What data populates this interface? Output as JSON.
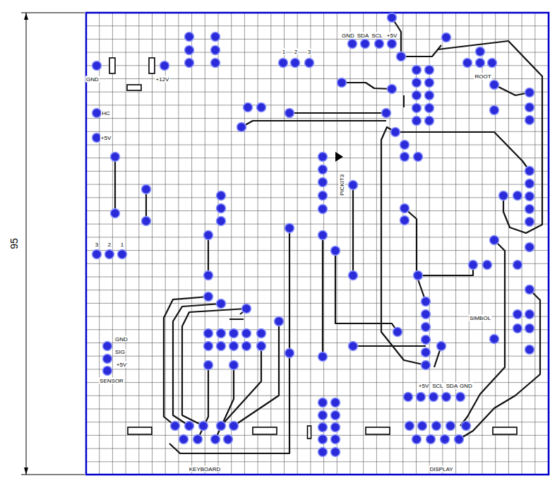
{
  "diagram": {
    "labels": [
      "95",
      "GND",
      "+12V",
      "HC",
      "+5V",
      "3",
      "2",
      "1",
      "1",
      "2",
      "3",
      "GND",
      "SDA",
      "SCL",
      "+5V",
      "ROOT",
      "PICKIT3",
      "SIMBOL",
      "GND",
      "SIG",
      "+5V",
      "SENSOR",
      "+5V",
      "SCL",
      "SDA",
      "GND",
      "KEYBOARD",
      "DISPLAY"
    ]
  }
}
